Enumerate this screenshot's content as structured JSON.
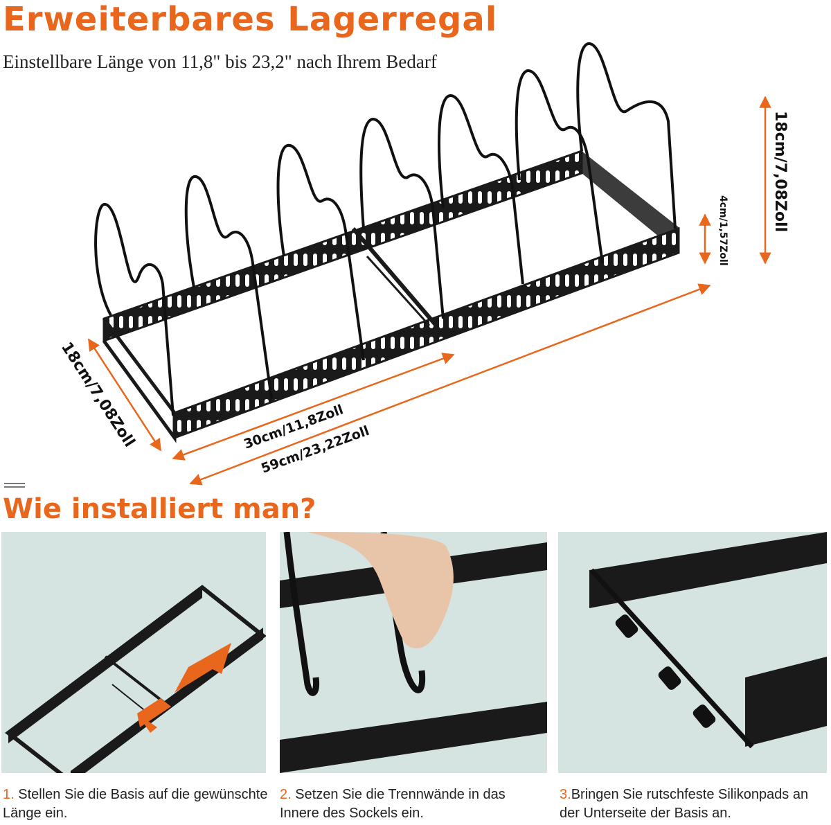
{
  "header": {
    "title": "Erweiterbares Lagerregal",
    "subtitle": "Einstellbare Länge von 11,8\" bis 23,2\" nach Ihrem Bedarf"
  },
  "dimensions": {
    "height_total": "18cm/7,08Zoll",
    "height_base": "4cm/1,57Zoll",
    "depth": "18cm/7,08Zoll",
    "length_min": "30cm/11,8Zoll",
    "length_max": "59cm/23,22Zoll"
  },
  "install": {
    "heading": "Wie installiert man?",
    "steps": [
      {
        "number": "1.",
        "text": " Stellen Sie die Basis auf die gewünschte Länge ein."
      },
      {
        "number": "2.",
        "text": " Setzen Sie die Trennwände in das Innere des Sockels ein."
      },
      {
        "number": "3.",
        "text": "Bringen Sie rutschfeste Silikonpads an der Unterseite der Basis an."
      }
    ]
  },
  "colors": {
    "accent": "#e8671c",
    "panel_bg": "#d6e4e1",
    "metal": "#1a1a1a"
  },
  "icons": [
    "menu-icon",
    "double-arrow-icon"
  ]
}
